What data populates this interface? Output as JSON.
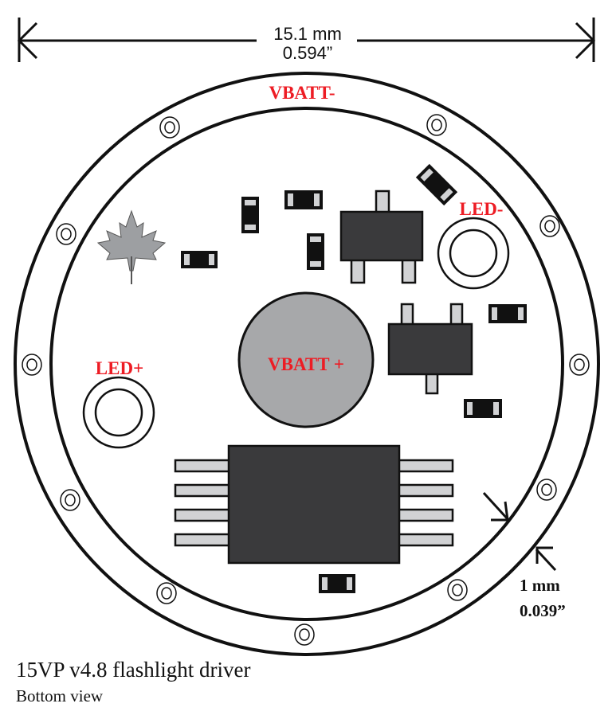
{
  "dimensions": {
    "width_mm": "15.1 mm",
    "width_in": "0.594”",
    "ring_mm": "1 mm",
    "ring_in": "0.039”"
  },
  "labels": {
    "vbatt_neg": "VBATT-",
    "vbatt_pos": "VBATT +",
    "led_neg": "LED-",
    "led_pos": "LED+"
  },
  "caption": {
    "title": "15VP v4.8 flashlight driver",
    "subtitle": "Bottom view"
  },
  "colors": {
    "label": "#ed1c24",
    "chip": "#3a3a3c",
    "pad": "#d1d2d4",
    "battery_pad": "#a7a8aa"
  }
}
